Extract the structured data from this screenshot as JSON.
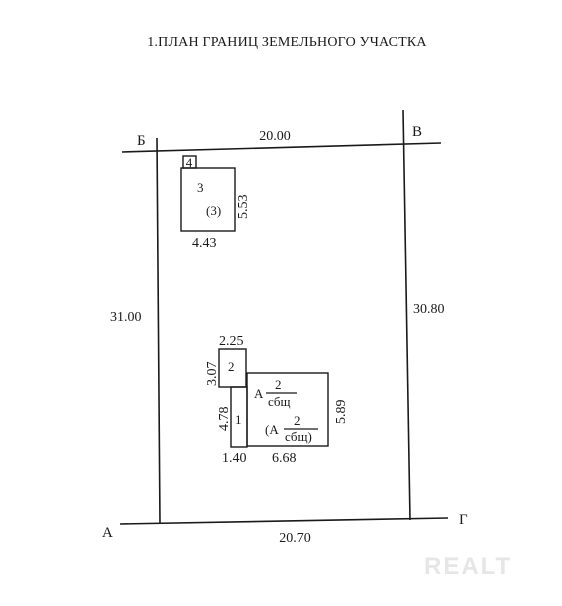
{
  "title": "1.ПЛАН ГРАНИЦ ЗЕМЕЛЬНОГО УЧАСТКА",
  "corners": {
    "b": "Б",
    "v": "В",
    "a": "А",
    "g": "Г"
  },
  "plot_dimensions": {
    "top": "20.00",
    "left": "31.00",
    "right": "30.80",
    "bottom": "20.70"
  },
  "outbuilding": {
    "number": "3",
    "sub_number": "(3)",
    "small_number": "4",
    "width": "4.43",
    "depth": "5.53"
  },
  "house": {
    "annex_number": "2",
    "annex_width": "2.25",
    "annex_depth": "3.07",
    "strip_number": "1",
    "strip_depth": "4.78",
    "strip_width": "1.40",
    "main_width": "6.68",
    "main_depth": "5.89",
    "label_letter": "А",
    "label_num": "2",
    "label_sub": "сбщ",
    "label2_open": "(А",
    "label2_num": "2",
    "label2_sub": "сбщ)"
  },
  "watermark": "REALT"
}
